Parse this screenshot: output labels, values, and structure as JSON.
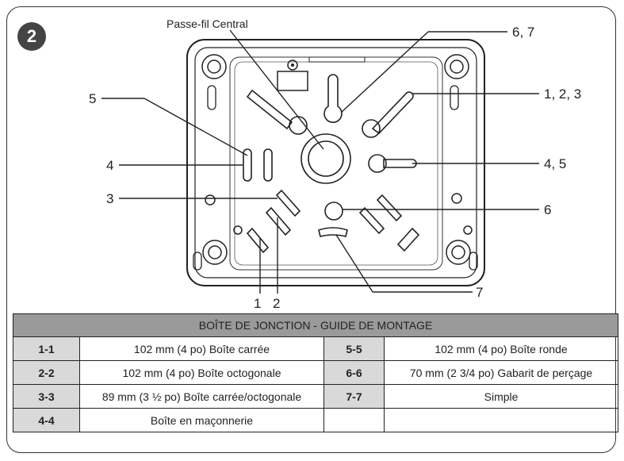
{
  "step_number": "2",
  "callouts": {
    "center_grommet": "Passe-fil Central",
    "top_right": "6, 7",
    "right_1": "1, 2, 3",
    "right_2": "4, 5",
    "right_3": "6",
    "bottom_right": "7",
    "left_1": "5",
    "left_2": "4",
    "left_3": "3",
    "bottom_1": "1",
    "bottom_2": "2"
  },
  "table": {
    "title": "BOÎTE DE JONCTION - GUIDE DE MONTAGE",
    "rows": [
      {
        "code_a": "1-1",
        "desc_a": "102 mm (4 po) Boîte carrée",
        "code_b": "5-5",
        "desc_b": "102 mm (4 po) Boîte ronde"
      },
      {
        "code_a": "2-2",
        "desc_a": "102 mm (4 po) Boîte octogonale",
        "code_b": "6-6",
        "desc_b": "70 mm (2 3/4 po) Gabarit de perçage"
      },
      {
        "code_a": "3-3",
        "desc_a": "89 mm (3 ½ po) Boîte carrée/octogonale",
        "code_b": "7-7",
        "desc_b": "Simple"
      },
      {
        "code_a": "4-4",
        "desc_a": "Boîte en maçonnerie",
        "code_b": "",
        "desc_b": ""
      }
    ]
  }
}
